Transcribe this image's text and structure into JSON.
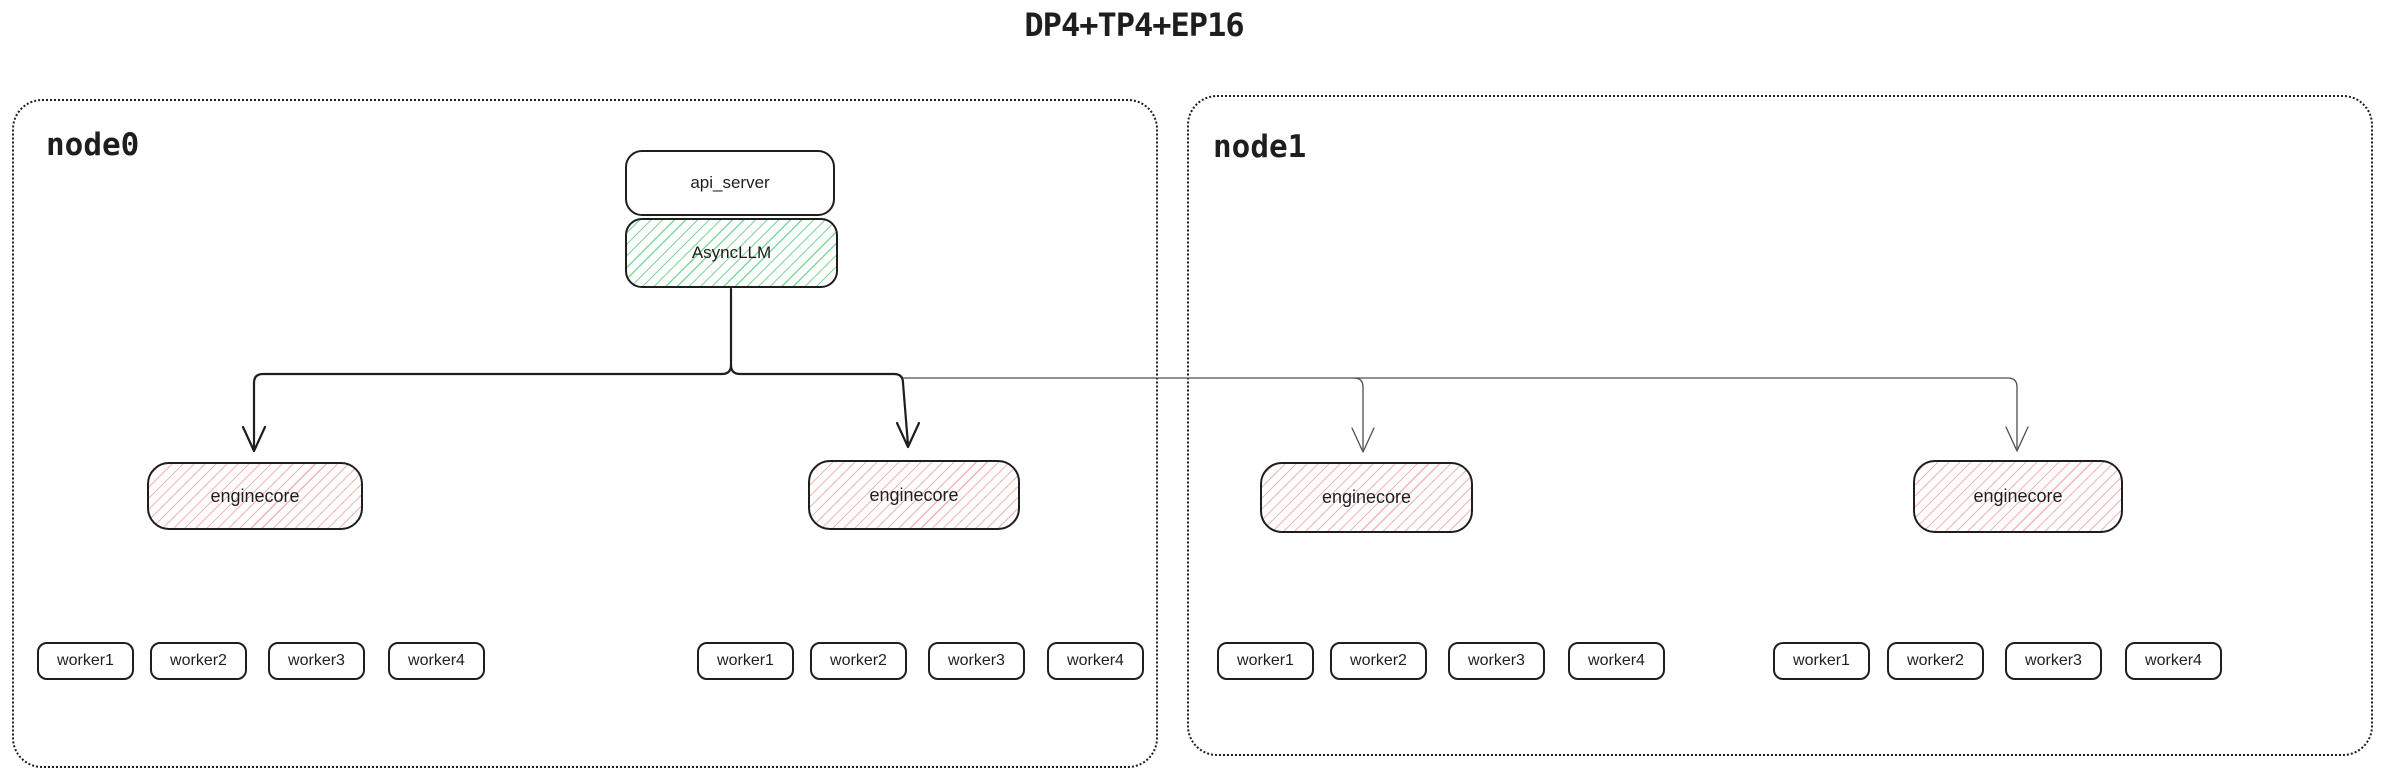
{
  "title": "DP4+TP4+EP16",
  "colors": {
    "ink": "#1e1e1e",
    "green_hatch": "#7ed996",
    "red_hatch": "#f6b4af",
    "thin_wire": "#4d4d4d",
    "background": "#ffffff"
  },
  "nodes": [
    {
      "label": "node0",
      "api_server_label": "api_server",
      "asyncllm_label": "AsyncLLM",
      "enginecores": [
        "enginecore",
        "enginecore"
      ],
      "worker_groups": [
        [
          "worker1",
          "worker2",
          "worker3",
          "worker4"
        ],
        [
          "worker1",
          "worker2",
          "worker3",
          "worker4"
        ]
      ]
    },
    {
      "label": "node1",
      "enginecores": [
        "enginecore",
        "enginecore"
      ],
      "worker_groups": [
        [
          "worker1",
          "worker2",
          "worker3",
          "worker4"
        ],
        [
          "worker1",
          "worker2",
          "worker3",
          "worker4"
        ]
      ]
    }
  ],
  "edges": [
    {
      "from": "AsyncLLM",
      "to": "node0 enginecore 1",
      "style": "bold-arrow"
    },
    {
      "from": "AsyncLLM",
      "to": "node0 enginecore 2",
      "style": "bold-arrow"
    },
    {
      "from": "AsyncLLM",
      "to": "node1 enginecore 1",
      "style": "thin-arrow"
    },
    {
      "from": "AsyncLLM",
      "to": "node1 enginecore 2",
      "style": "thin-arrow"
    }
  ]
}
